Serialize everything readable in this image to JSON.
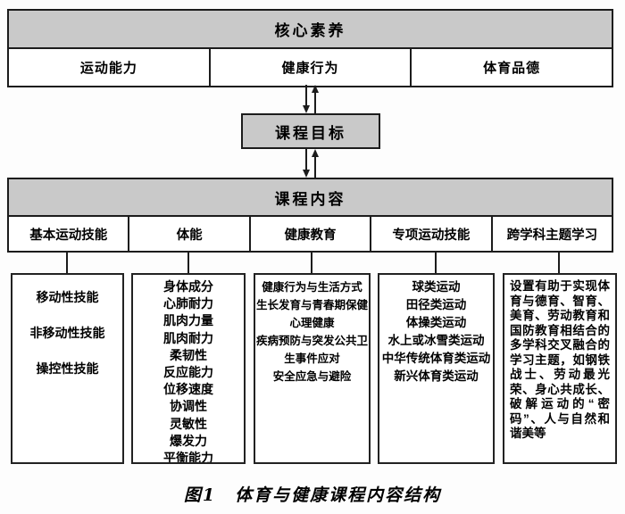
{
  "colors": {
    "header_fill": "#c9c9c9",
    "border": "#1c1c1c",
    "background": "#fdfdfd"
  },
  "core_competencies": {
    "title": "核心素养",
    "items": [
      "运动能力",
      "健康行为",
      "体育品德"
    ]
  },
  "course_objectives": {
    "title": "课程目标"
  },
  "course_content": {
    "title": "课程内容",
    "categories": [
      {
        "label": "基本运动技能",
        "items": [
          "移动性技能",
          "非移动性技能",
          "操控性技能"
        ]
      },
      {
        "label": "体能",
        "items": [
          "身体成分",
          "心肺耐力",
          "肌肉力量",
          "肌肉耐力",
          "柔韧性",
          "反应能力",
          "位移速度",
          "协调性",
          "灵敏性",
          "爆发力",
          "平衡能力"
        ]
      },
      {
        "label": "健康教育",
        "items": [
          "健康行为与生活方式",
          "生长发育与青春期保健",
          "心理健康",
          "疾病预防与突发公共卫生事件应对",
          "安全应急与避险"
        ]
      },
      {
        "label": "专项运动技能",
        "items": [
          "球类运动",
          "田径类运动",
          "体操类运动",
          "水上或冰雪类运动",
          "中华传统体育类运动",
          "新兴体育类运动"
        ]
      },
      {
        "label": "跨学科主题学习",
        "text": "设置有助于实现体育与德育、智育、美育、劳动教育和国防教育相结合的多学科交叉融合的学习主题，如钢铁战士、劳动最光荣、身心共成长、破解运动的“密码”、人与自然和谐美等"
      }
    ]
  },
  "caption": "图1　体育与健康课程内容结构"
}
